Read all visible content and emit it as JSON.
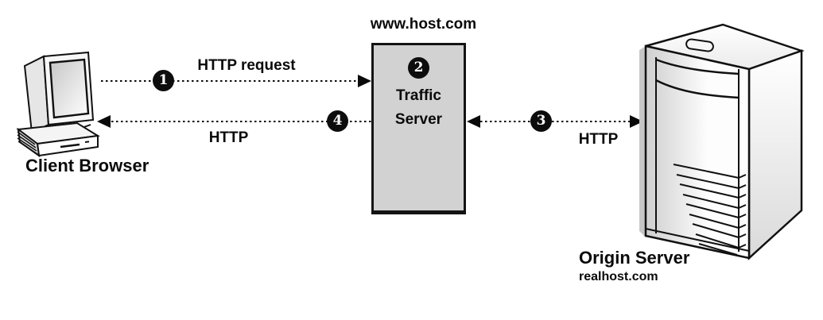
{
  "diagram": {
    "client": {
      "label": "Client Browser"
    },
    "traffic_server": {
      "hostname": "www.host.com",
      "name": "Traffic Server",
      "step": "2"
    },
    "origin_server": {
      "name": "Origin Server",
      "hostname": "realhost.com"
    },
    "flows": {
      "client_request": {
        "step": "1",
        "label": "HTTP request",
        "from": "Client Browser",
        "to": "Traffic Server",
        "bidirectional": false
      },
      "origin_exchange": {
        "step": "3",
        "label": "HTTP",
        "from": "Traffic Server",
        "to": "Origin Server",
        "bidirectional": true
      },
      "client_response": {
        "step": "4",
        "label": "HTTP",
        "from": "Traffic Server",
        "to": "Client Browser",
        "bidirectional": false
      }
    },
    "colors": {
      "background": "#ffffff",
      "traffic_server_fill": "#d2d2d2",
      "line": "#000000",
      "step_badge_fill": "#000000",
      "step_badge_text": "#ffffff"
    }
  }
}
